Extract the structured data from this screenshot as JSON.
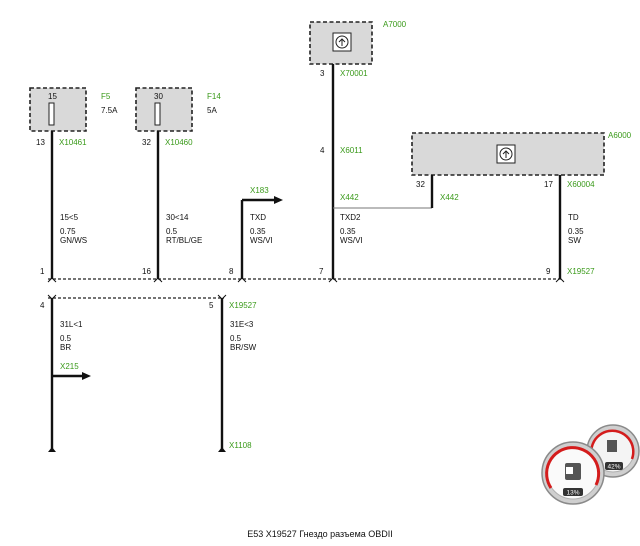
{
  "caption": "E53 X19527 Гнездо разъема OBDII",
  "components": {
    "a7000": "A7000",
    "a6000": "A6000",
    "f5": {
      "id": "F5",
      "amp": "7.5A",
      "pin": "15"
    },
    "f14": {
      "id": "F14",
      "amp": "5A",
      "pin": "30"
    }
  },
  "connectors": {
    "x10461": "X10461",
    "x10460": "X10460",
    "x70001": "X70001",
    "x6011": "X6011",
    "x442_a": "X442",
    "x442_b": "X442",
    "x60004": "X60004",
    "x183": "X183",
    "x19527_top": "X19527",
    "x19527_bottom": "X19527",
    "x215": "X215",
    "x1108": "X1108"
  },
  "pins": {
    "p13": "13",
    "p32a": "32",
    "p3": "3",
    "p4a": "4",
    "p32b": "32",
    "p17": "17",
    "p1": "1",
    "p16": "16",
    "p8": "8",
    "p7": "7",
    "p9": "9",
    "p4b": "4",
    "p5": "5"
  },
  "wires": {
    "w1": {
      "signal": "15<5",
      "gauge": "0.75",
      "color": "GN/WS"
    },
    "w2": {
      "signal": "30<14",
      "gauge": "0.5",
      "color": "RT/BL/GE"
    },
    "w3": {
      "signal": "TXD",
      "gauge": "0.35",
      "color": "WS/VI"
    },
    "w4": {
      "signal": "TXD2",
      "gauge": "0.35",
      "color": "WS/VI"
    },
    "w5": {
      "signal": "TD",
      "gauge": "0.35",
      "color": "SW"
    },
    "w6": {
      "signal": "31L<1",
      "gauge": "0.5",
      "color": "BR"
    },
    "w7": {
      "signal": "31E<3",
      "gauge": "0.5",
      "color": "BR/SW"
    }
  },
  "gauges": {
    "cpu": "13%",
    "memory": "42%"
  }
}
